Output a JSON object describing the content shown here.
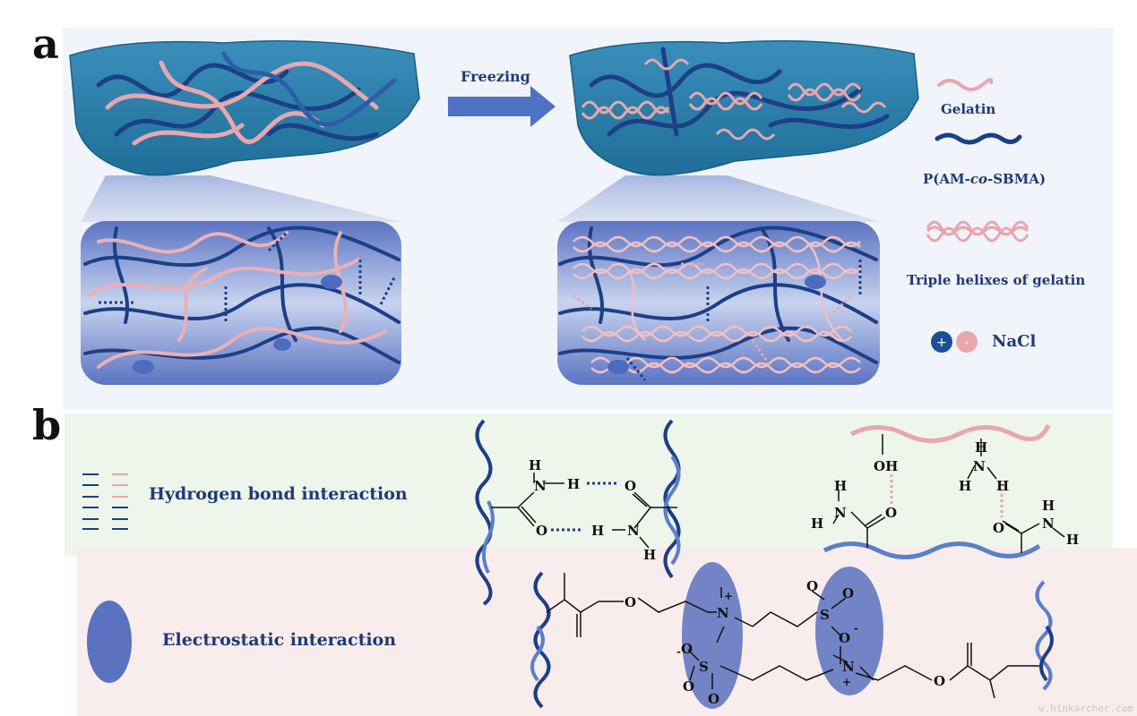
{
  "panel_a": {
    "letter": "a",
    "arrow_label": "Freezing"
  },
  "legend": {
    "gelatin": "Gelatin",
    "polymer": "P(AM-",
    "polymer_italic": "co",
    "polymer_end": "-SBMA)",
    "triple_helix": "Triple helixes of gelatin",
    "nacl": "NaCl",
    "plus": "+",
    "minus": "-"
  },
  "panel_b": {
    "letter": "b",
    "hbond_label": "Hydrogen bond interaction",
    "electrostatic_label": "Electrostatic interaction"
  },
  "chem": {
    "H": "H",
    "N": "N",
    "O": "O",
    "S": "S",
    "OH": "OH",
    "plus": "+",
    "minus": "-"
  },
  "colors": {
    "navy": "#1c3f86",
    "steel": "#5b7fc9",
    "pink": "#e8a7ad",
    "teal": "#2e7fa8",
    "oval": "#5a72c0"
  },
  "watermark": "w.hinkarcher.com"
}
